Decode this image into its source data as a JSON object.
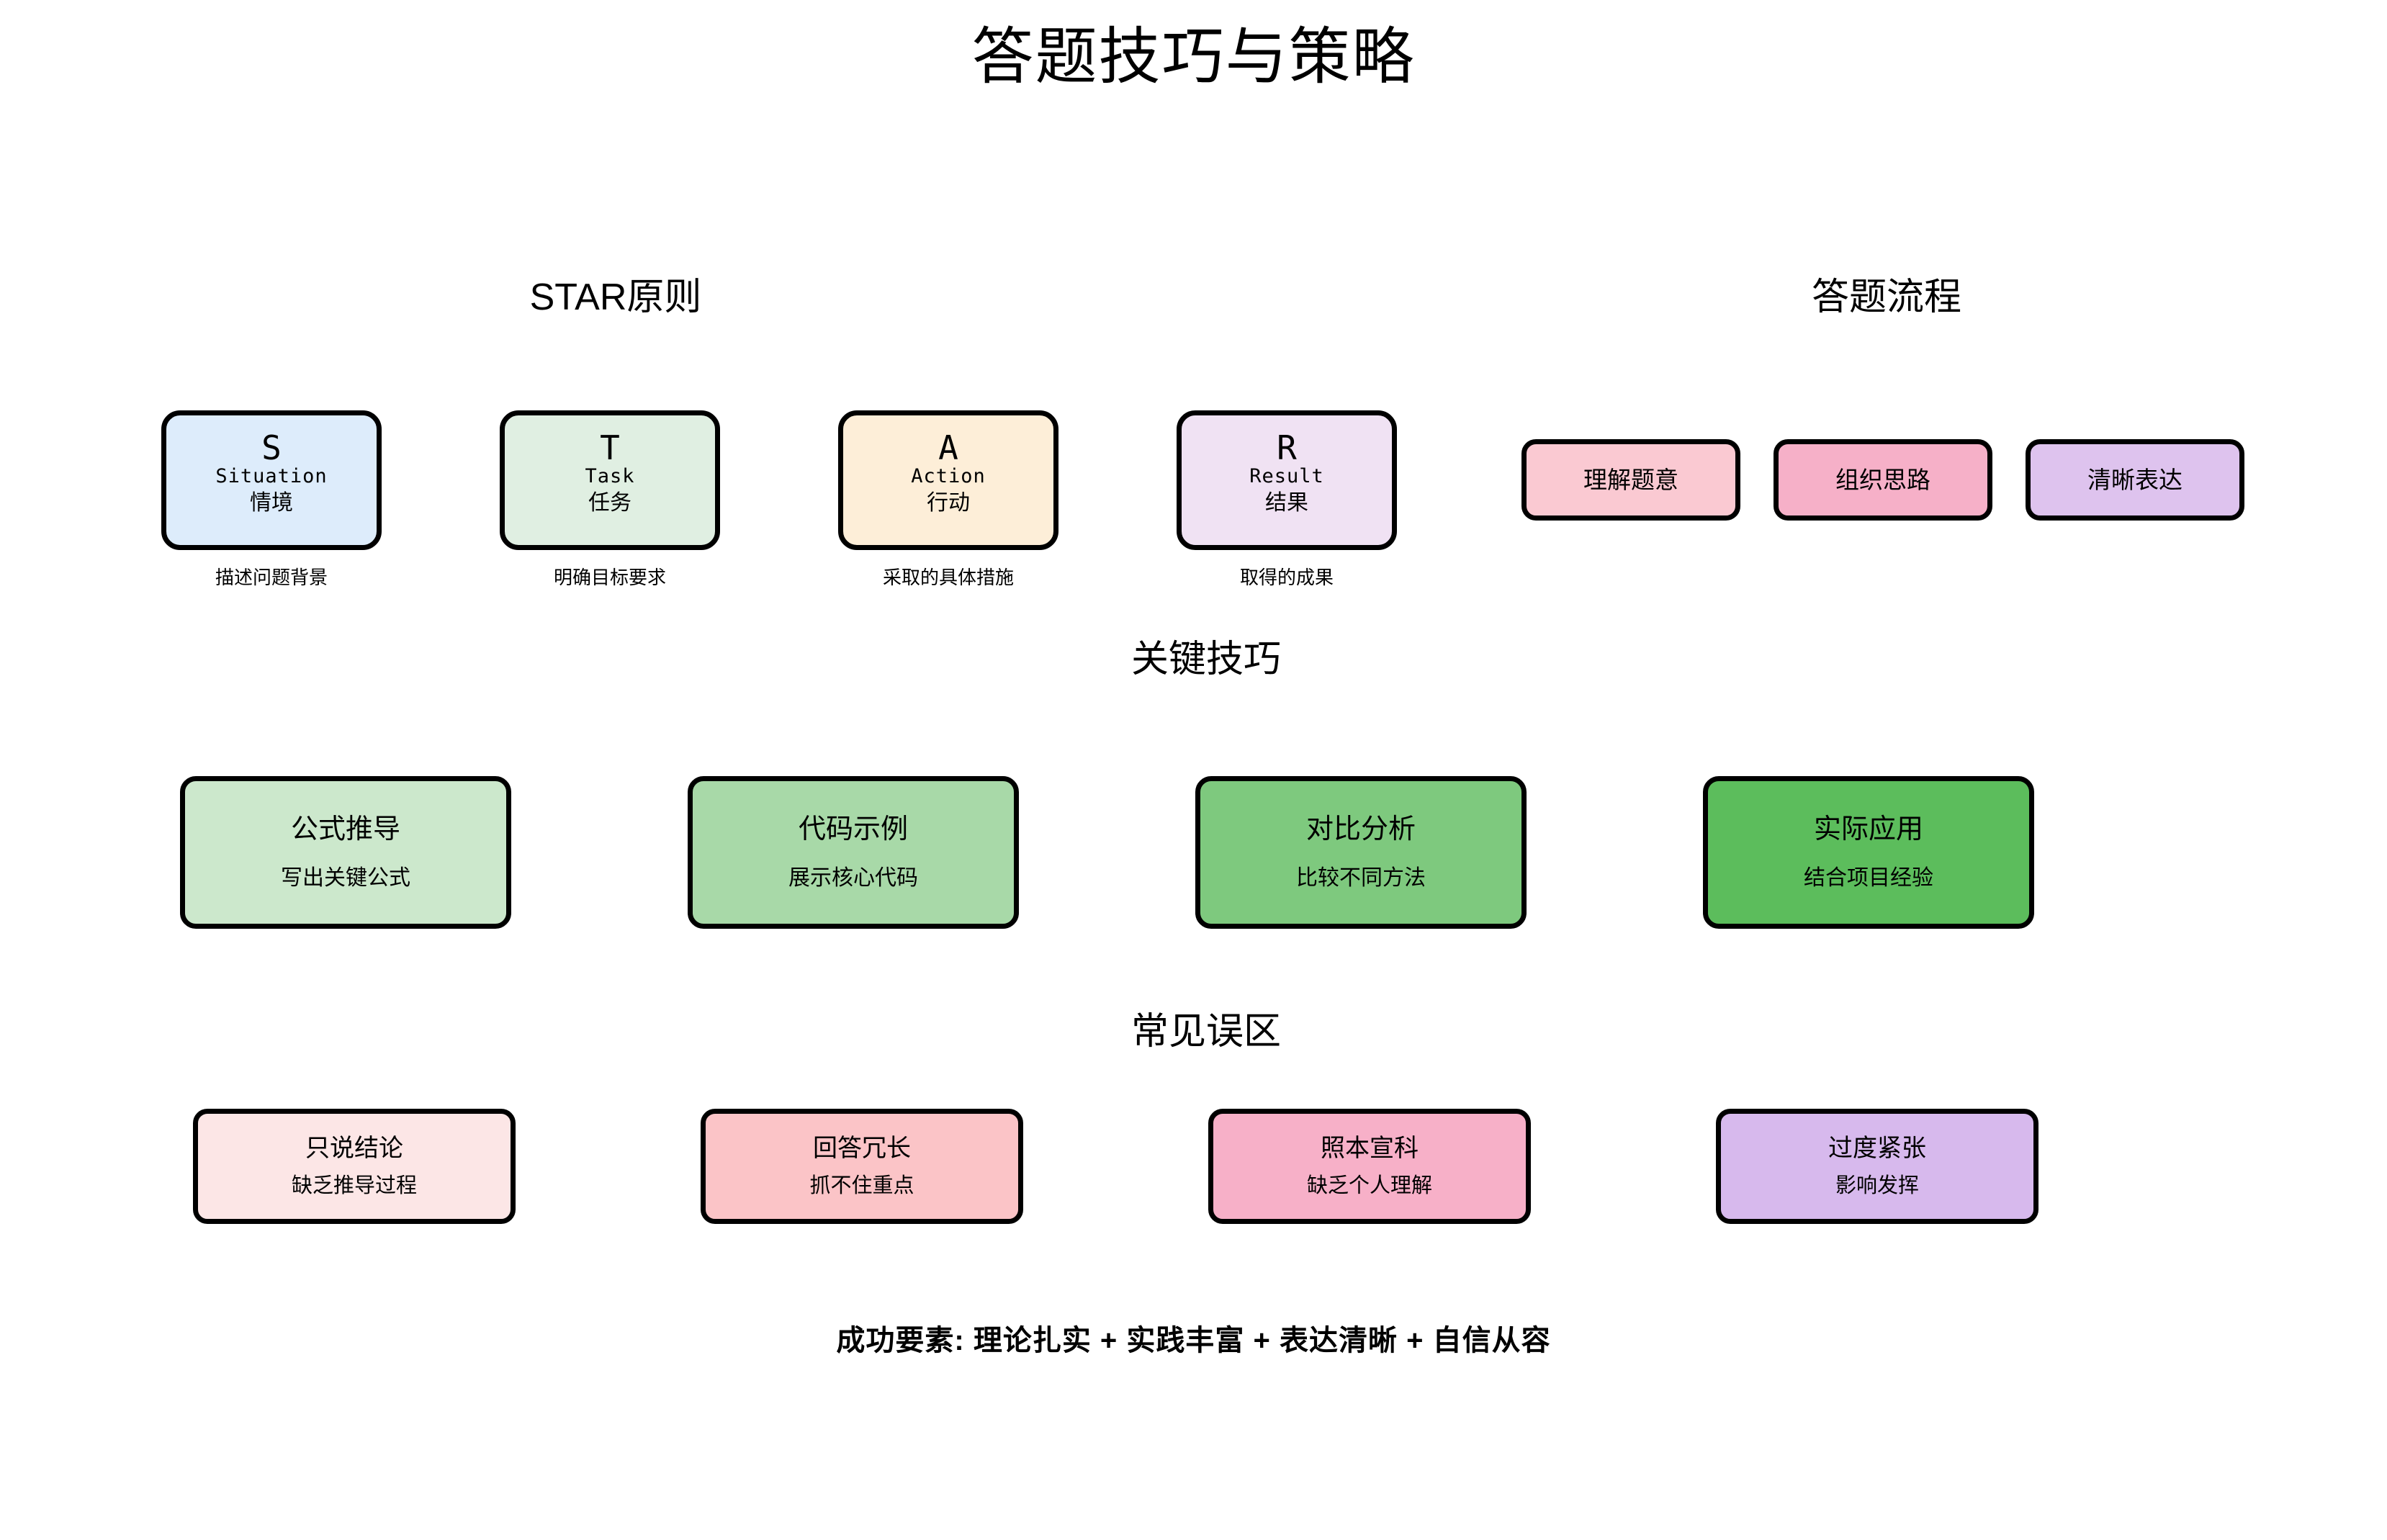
{
  "page": {
    "title": "答题技巧与策略",
    "background": "#ffffff"
  },
  "star_section": {
    "heading": "STAR原则",
    "items": [
      {
        "letter": "S",
        "english": "Situation",
        "chinese": "情境",
        "caption": "描述问题背景",
        "fill": "#ddecfb"
      },
      {
        "letter": "T",
        "english": "Task",
        "chinese": "任务",
        "caption": "明确目标要求",
        "fill": "#e0efe2"
      },
      {
        "letter": "A",
        "english": "Action",
        "chinese": "行动",
        "caption": "采取的具体措施",
        "fill": "#fdeed8"
      },
      {
        "letter": "R",
        "english": "Result",
        "chinese": "结果",
        "caption": "取得的成果",
        "fill": "#f0e2f3"
      }
    ]
  },
  "flow_section": {
    "heading": "答题流程",
    "items": [
      {
        "label": "理解题意",
        "fill": "#fac9d2"
      },
      {
        "label": "组织思路",
        "fill": "#f6b0c8"
      },
      {
        "label": "清晰表达",
        "fill": "#dec3ee"
      }
    ]
  },
  "techniques_section": {
    "heading": "关键技巧",
    "items": [
      {
        "title": "公式推导",
        "subtitle": "写出关键公式",
        "fill": "#cce8cc"
      },
      {
        "title": "代码示例",
        "subtitle": "展示核心代码",
        "fill": "#a8d9a8"
      },
      {
        "title": "对比分析",
        "subtitle": "比较不同方法",
        "fill": "#7ec97e"
      },
      {
        "title": "实际应用",
        "subtitle": "结合项目经验",
        "fill": "#5cbd5c"
      }
    ]
  },
  "pitfalls_section": {
    "heading": "常见误区",
    "items": [
      {
        "title": "只说结论",
        "subtitle": "缺乏推导过程",
        "fill": "#fce6e6"
      },
      {
        "title": "回答冗长",
        "subtitle": "抓不住重点",
        "fill": "#fbc4c7"
      },
      {
        "title": "照本宣科",
        "subtitle": "缺乏个人理解",
        "fill": "#f7b0c8"
      },
      {
        "title": "过度紧张",
        "subtitle": "影响发挥",
        "fill": "#d7b9ed"
      }
    ]
  },
  "footer": {
    "note": "成功要素: 理论扎实 + 实践丰富 + 表达清晰 + 自信从容"
  }
}
